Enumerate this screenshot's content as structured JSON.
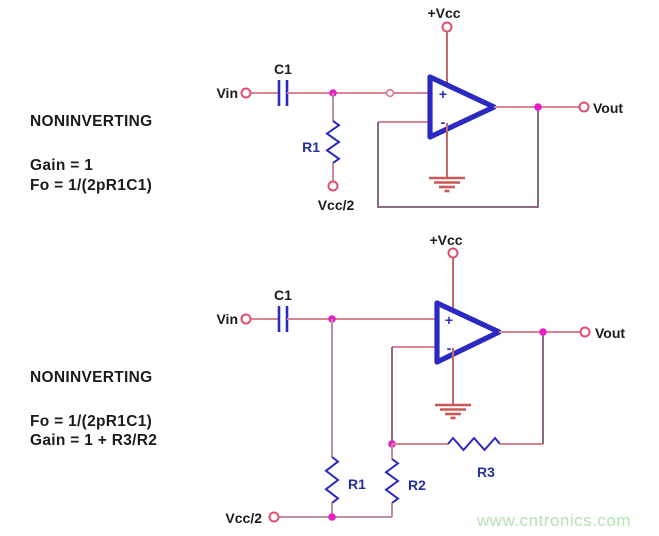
{
  "colors": {
    "wire_pink": "#d98490",
    "wire_mauve": "#bb8fa3",
    "wire_dark": "#7b5a76",
    "wire_red": "#c96a6a",
    "ground_red": "#cc5757",
    "terminal_ring": "#e0506e",
    "junction_magenta": "#e81cc8",
    "component_blue": "#2a2ac2",
    "label_navy": "#23319b",
    "label_black": "#1b1b1b",
    "watermark_green": "#b4e4b0"
  },
  "top_circuit": {
    "title": "NONINVERTING",
    "gain_formula": "Gain = 1",
    "fo_prefix": "Fo = 1/(2",
    "fo_pi": "p",
    "fo_suffix": "R1C1)",
    "labels": {
      "vin": "Vin",
      "vout": "Vout",
      "vcc": "+Vcc",
      "vcc_half": "Vcc/2",
      "c1": "C1",
      "r1": "R1"
    },
    "opamp": {
      "plus": "+",
      "minus": "-"
    }
  },
  "bottom_circuit": {
    "title": "NONINVERTING",
    "fo_prefix": "Fo = 1/(2",
    "fo_pi": "p",
    "fo_suffix": "R1C1)",
    "gain_formula": "Gain = 1 + R3/R2",
    "labels": {
      "vin": "Vin",
      "vout": "Vout",
      "vcc": "+Vcc",
      "vcc_half": "Vcc/2",
      "c1": "C1",
      "r1": "R1",
      "r2": "R2",
      "r3": "R3"
    },
    "opamp": {
      "plus": "+",
      "minus": "-"
    }
  },
  "watermark": "www.cntronics.com"
}
